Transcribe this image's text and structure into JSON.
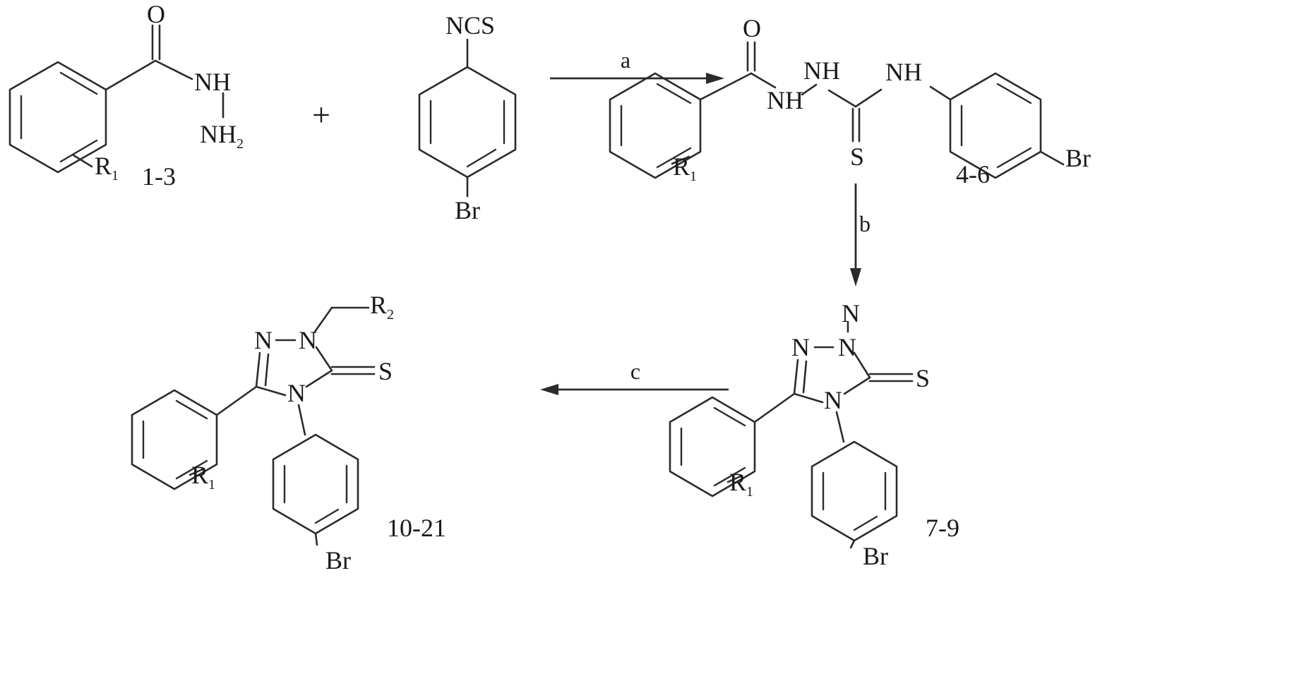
{
  "scheme": {
    "plus": "+",
    "steps": {
      "a": "a",
      "b": "b",
      "c": "c"
    },
    "compounds": {
      "hydrazide": "1-3",
      "thiosemicarbazide": "4-6",
      "triazolethione": "7-9",
      "final": "10-21"
    },
    "atoms": {
      "O": "O",
      "NH": "NH",
      "NH2_main": "NH",
      "NH2_sub": "2",
      "NCS": "NCS",
      "Br": "Br",
      "S": "S",
      "N": "N",
      "R": "R",
      "R1_sub": "1",
      "R2_sub": "2"
    }
  }
}
